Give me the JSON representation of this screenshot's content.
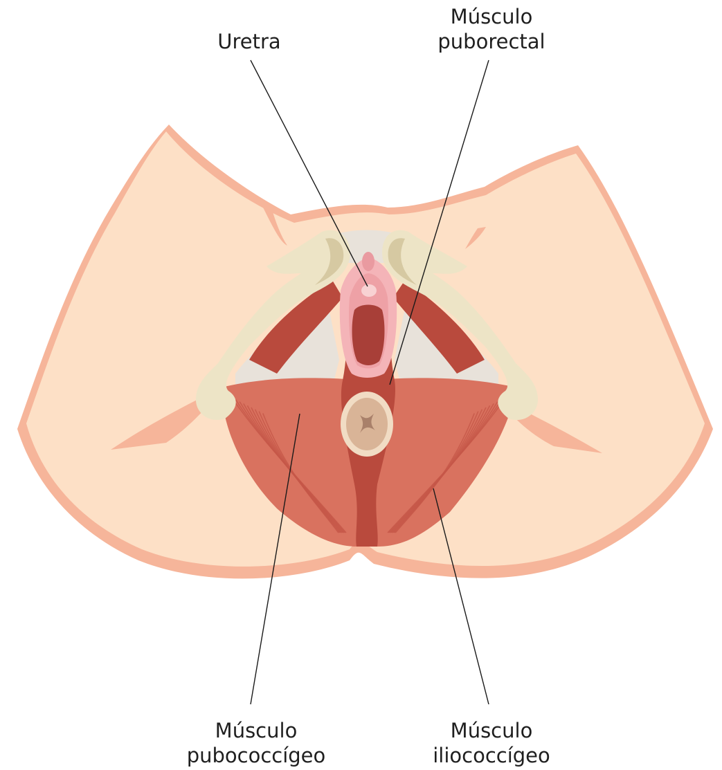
{
  "labels": {
    "uretra": {
      "line1": "Uretra"
    },
    "puborectal": {
      "line1": "Músculo",
      "line2": "puborectal"
    },
    "pubococcigeo": {
      "line1": "Músculo",
      "line2": "pubococcígeo"
    },
    "iliococcigeo": {
      "line1": "Músculo",
      "line2": "iliococcígeo"
    }
  },
  "colors": {
    "skin_light": "#fde0c6",
    "skin_dark": "#f6b59a",
    "bone": "#ede4c6",
    "bone_shadow": "#d6c9a2",
    "muscle": "#d9725f",
    "muscle_dark": "#b94a3d",
    "muscle_fiber": "#c55848",
    "membrane": "#e8e2da",
    "vulva_pink": "#f4b4b8",
    "vaginal_canal": "#a83f38",
    "anus": "#d9b497"
  }
}
